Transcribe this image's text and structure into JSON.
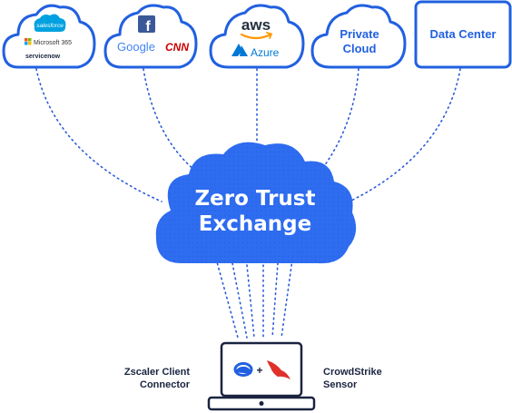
{
  "clouds": {
    "saas": {
      "logos": [
        "salesforce",
        "Microsoft 365",
        "servicenow"
      ]
    },
    "consumer": {
      "logos": [
        "f",
        "Google",
        "CNN"
      ]
    },
    "iaas": {
      "logos": [
        "aws",
        "Azure"
      ]
    },
    "private": {
      "label_line1": "Private",
      "label_line2": "Cloud"
    },
    "datacenter": {
      "label": "Data Center"
    }
  },
  "hub": {
    "title_line1": "Zero Trust",
    "title_line2": "Exchange"
  },
  "endpoint": {
    "left_label_line1": "Zscaler Client",
    "left_label_line2": "Connector",
    "right_label_line1": "CrowdStrike",
    "right_label_line2": "Sensor",
    "plus": "+"
  },
  "colors": {
    "brand_blue": "#2160e0",
    "cloud_fill": "#2e6cf0",
    "dark_navy": "#1a2440",
    "dotted_line": "#2a5bd7",
    "crowdstrike_red": "#e0302a",
    "cnn_red": "#cc0000",
    "facebook_blue": "#3b5998",
    "azure_blue": "#0078d4",
    "salesforce_blue": "#00a1e0"
  },
  "icons": [
    "facebook-icon",
    "microsoft-icon",
    "aws-smile-icon",
    "azure-icon",
    "zscaler-icon",
    "crowdstrike-falcon-icon",
    "laptop-icon"
  ]
}
